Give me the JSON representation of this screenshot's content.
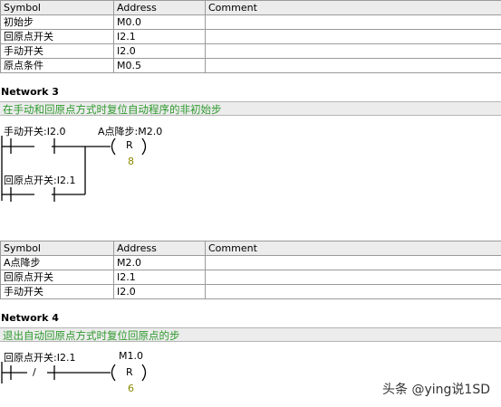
{
  "table_headers": {
    "symbol": "Symbol",
    "address": "Address",
    "comment": "Comment"
  },
  "table1": [
    {
      "symbol": "初始步",
      "address": "M0.0",
      "comment": ""
    },
    {
      "symbol": "回原点开关",
      "address": "I2.1",
      "comment": ""
    },
    {
      "symbol": "手动开关",
      "address": "I2.0",
      "comment": ""
    },
    {
      "symbol": "原点条件",
      "address": "M0.5",
      "comment": ""
    }
  ],
  "network3": {
    "title": "Network 3",
    "comment": "在手动和回原点方式时复位自动程序的非初始步",
    "contact1_label": "手动开关:I2.0",
    "contact2_label": "回原点开关:I2.1",
    "coil_label": "A点降步:M2.0",
    "coil_op": "R",
    "coil_count": "8"
  },
  "table2": [
    {
      "symbol": "A点降步",
      "address": "M2.0",
      "comment": ""
    },
    {
      "symbol": "回原点开关",
      "address": "I2.1",
      "comment": ""
    },
    {
      "symbol": "手动开关",
      "address": "I2.0",
      "comment": ""
    }
  ],
  "network4": {
    "title": "Network 4",
    "comment": "退出自动回原点方式时复位回原点的步",
    "contact_label": "回原点开关:I2.1",
    "contact_symbol": "/",
    "coil_label": "M1.0",
    "coil_op": "R",
    "coil_count": "6"
  },
  "watermark": "头条 @ying说1SD"
}
